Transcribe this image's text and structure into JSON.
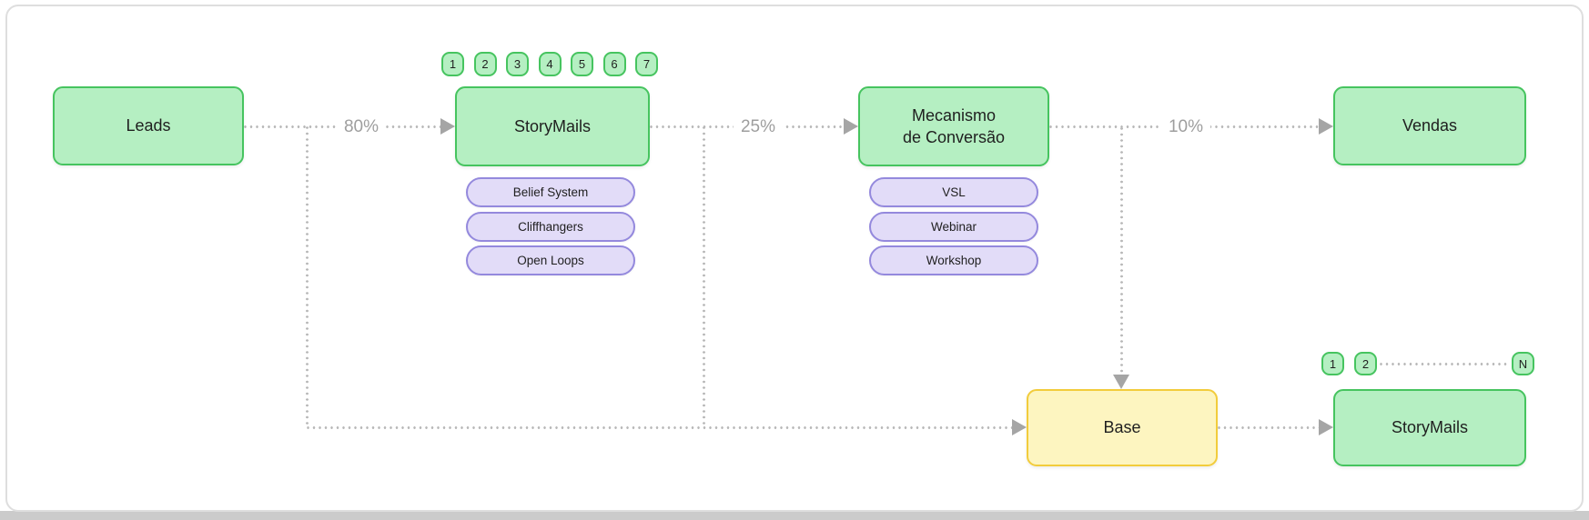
{
  "diagram": {
    "nodes": {
      "leads": {
        "label": "Leads"
      },
      "storymails_top": {
        "label": "StoryMails"
      },
      "mecanismo": {
        "label_line1": "Mecanismo",
        "label_line2": "de Conversão"
      },
      "vendas": {
        "label": "Vendas"
      },
      "base": {
        "label": "Base"
      },
      "storymails_bottom": {
        "label": "StoryMails"
      }
    },
    "edge_labels": {
      "leads_to_storymails": "80%",
      "storymails_to_mecanismo": "25%",
      "mecanismo_to_vendas": "10%"
    },
    "sequence_badges_top": [
      "1",
      "2",
      "3",
      "4",
      "5",
      "6",
      "7"
    ],
    "sequence_badges_bottom": [
      "1",
      "2",
      "N"
    ],
    "storymails_tactics": [
      "Belief System",
      "Cliffhangers",
      "Open Loops"
    ],
    "mecanismo_formats": [
      "VSL",
      "Webinar",
      "Workshop"
    ],
    "colors": {
      "green_fill": "#b5efc2",
      "green_border": "#46c45f",
      "purple_fill": "#e2dcf8",
      "purple_border": "#9489dd",
      "yellow_fill": "#fdf5c0",
      "yellow_border": "#f2cc3c",
      "edge": "#b9b9b9",
      "arrow": "#a5a5a5",
      "edge_label": "#9e9e9e",
      "node_text": "#1f1f1f",
      "card_border": "#dedede",
      "page_strip": "#cbcbcb"
    }
  }
}
